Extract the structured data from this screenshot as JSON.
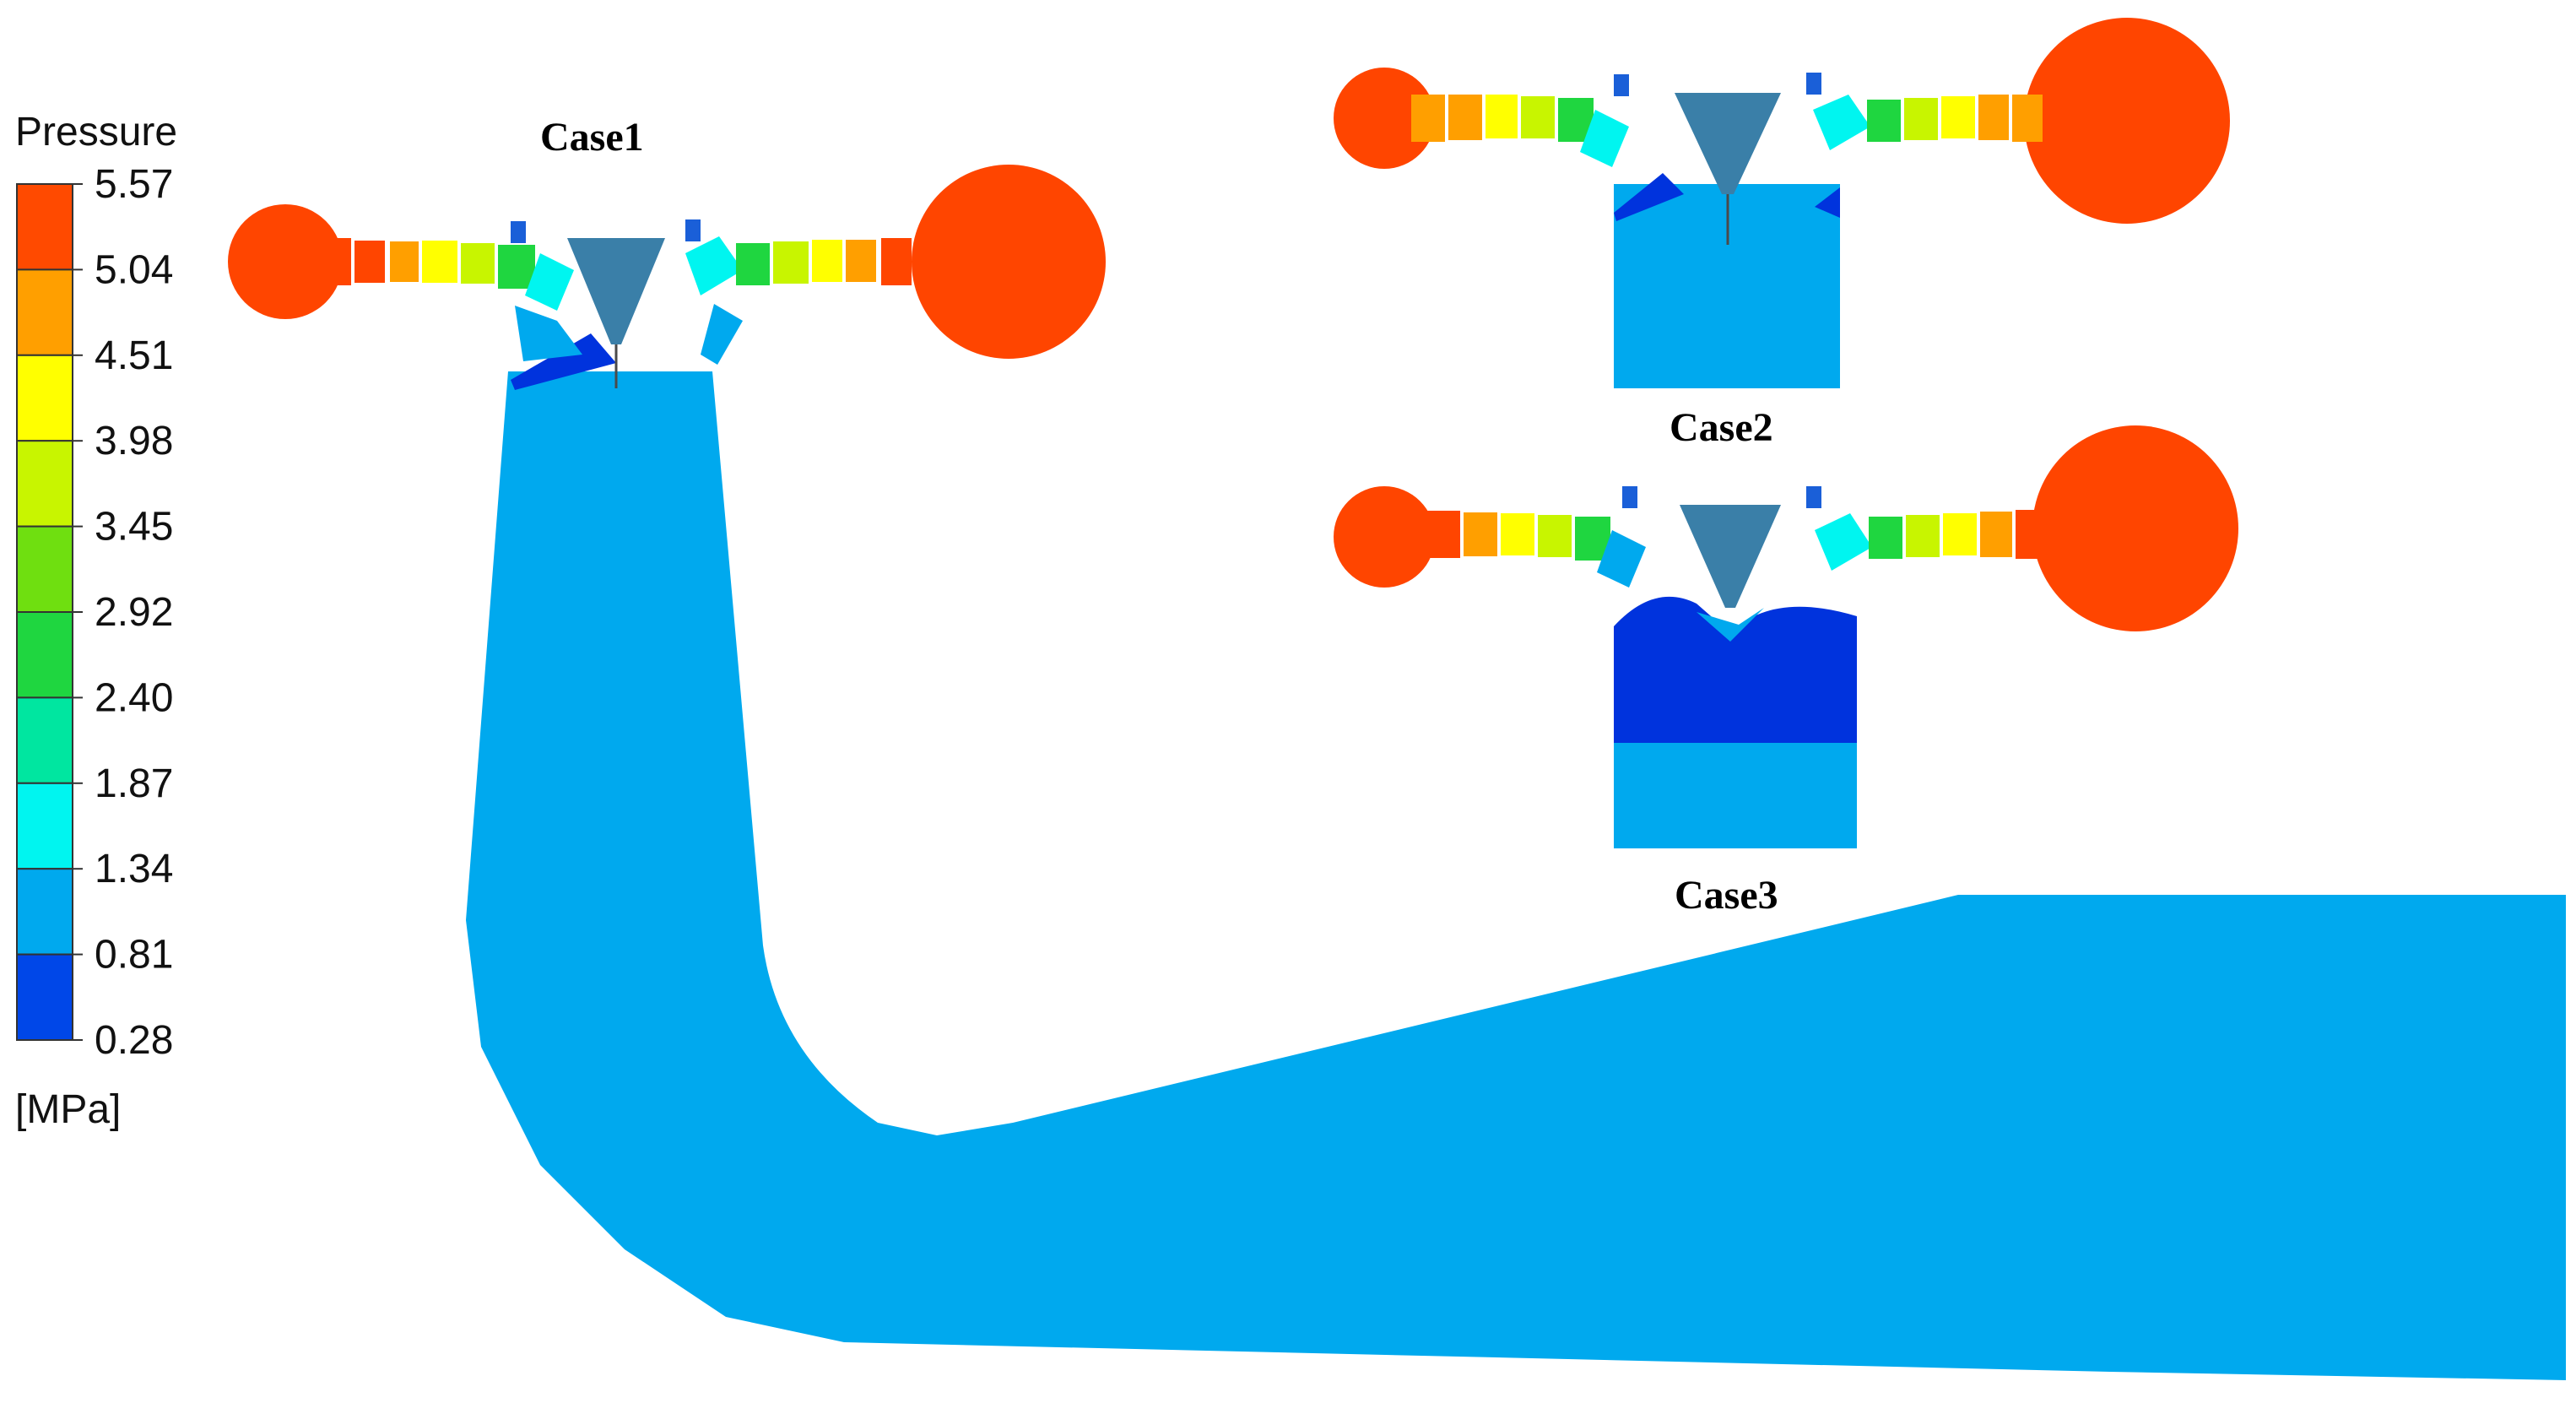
{
  "legend": {
    "title": "Pressure",
    "unit": "[MPa]",
    "ticks": [
      "5.57",
      "5.04",
      "4.51",
      "3.98",
      "3.45",
      "2.92",
      "2.40",
      "1.87",
      "1.34",
      "0.81",
      "0.28"
    ],
    "colors_top_to_bottom": [
      "#ff4a00",
      "#ff9f00",
      "#ffff00",
      "#c8f500",
      "#6fdf10",
      "#1fd640",
      "#00e6a0",
      "#00f5f0",
      "#00a9ee",
      "#0047e8"
    ]
  },
  "cases": [
    {
      "label": "Case1"
    },
    {
      "label": "Case2"
    },
    {
      "label": "Case3"
    }
  ],
  "colors": {
    "high": "#ff4500",
    "low_blue": "#00a9ee",
    "deep_blue": "#0033dd",
    "cone": "#3a7fa8"
  }
}
